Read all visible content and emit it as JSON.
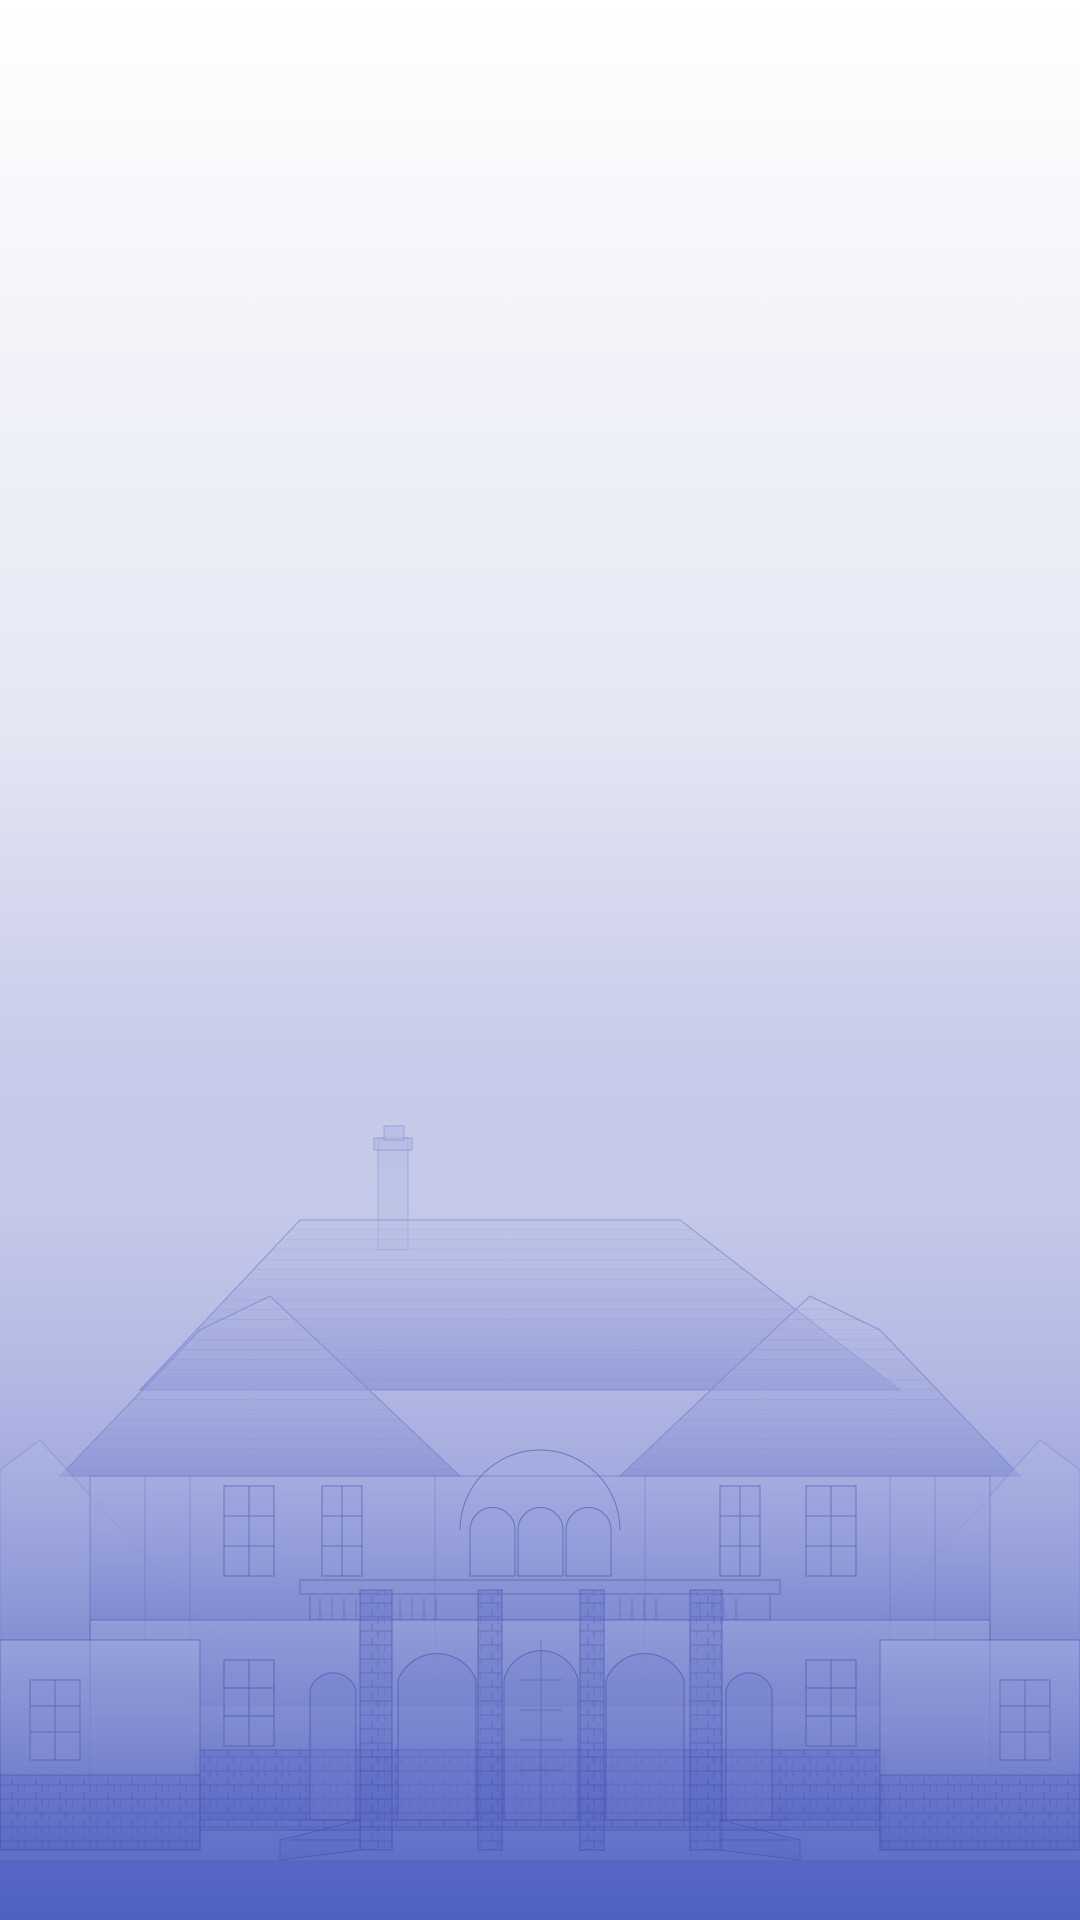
{
  "screen": {
    "type": "splash-background",
    "description_visible_text": "",
    "colors": {
      "top": "#ffffff",
      "middle": "#c8cbe9",
      "bottom": "#5564c2",
      "house_stroke": "#3e4aa6",
      "house_fill": "#7b86cf"
    }
  },
  "illustration": {
    "name": "house-illustration",
    "icon": "mansion-drawing"
  }
}
